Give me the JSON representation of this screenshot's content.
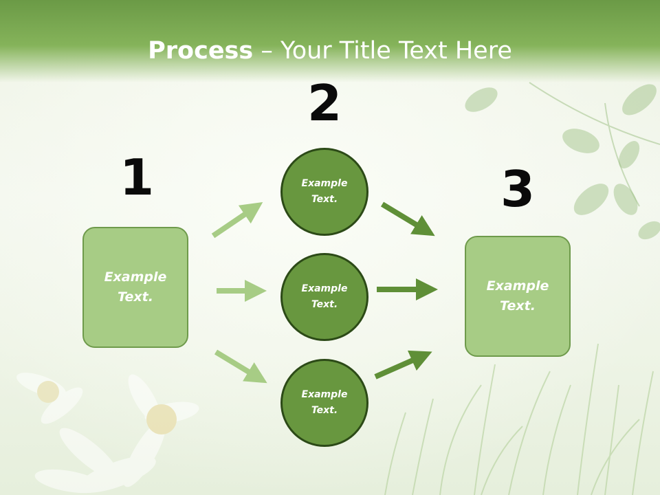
{
  "header": {
    "title_strong": "Process",
    "title_rest": " – Your Title Text Here"
  },
  "steps": {
    "one": {
      "number": "1",
      "label": "Example Text."
    },
    "two": {
      "number": "2"
    },
    "three": {
      "number": "3",
      "label": "Example Text."
    }
  },
  "circles": [
    {
      "label": "Example Text."
    },
    {
      "label": "Example Text."
    },
    {
      "label": "Example Text."
    }
  ],
  "colors": {
    "box_fill": "#a7cc85",
    "circle_fill": "#68973f",
    "arrow_light": "#a7cc85",
    "arrow_dark": "#5f8f37",
    "header": "#7aab50"
  }
}
